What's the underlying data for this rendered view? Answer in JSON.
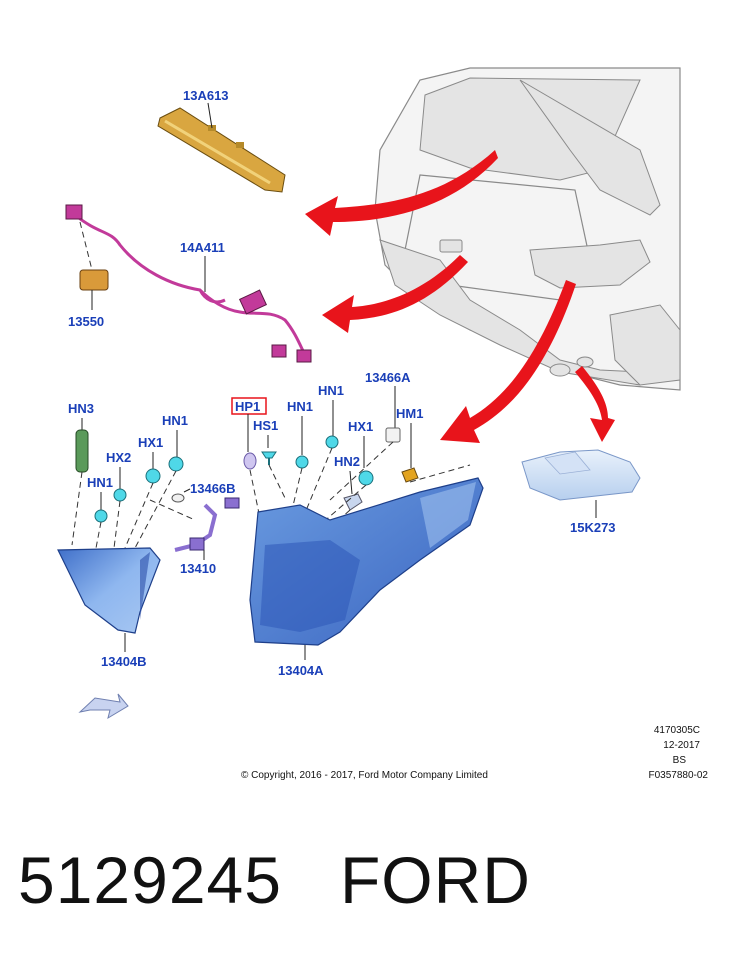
{
  "labels": {
    "l13A613": "13A613",
    "l14A411": "14A411",
    "l13550": "13550",
    "l13466A": "13466A",
    "lHN3": "HN3",
    "lHP1": "HP1",
    "lHS1": "HS1",
    "lHN1a": "HN1",
    "lHN1b": "HN1",
    "lHN1c": "HN1",
    "lHN1d": "HN1",
    "lHX1a": "HX1",
    "lHX1b": "HX1",
    "lHX2": "HX2",
    "lHN2": "HN2",
    "lHM1": "HM1",
    "l13466B": "13466B",
    "l13410": "13410",
    "l13404B": "13404B",
    "l13404A": "13404A",
    "l15K273": "15K273"
  },
  "reference": {
    "code": "4170305C",
    "date": "12-2017",
    "bs": "BS",
    "figure": "F0357880-02"
  },
  "copyright": "© Copyright, 2016 - 2017, Ford Motor Company Limited",
  "footer": {
    "part_number": "5129245",
    "brand": "FORD"
  },
  "colors": {
    "label": "#1a3fb8",
    "arrow": "#e8141b",
    "highlight_box": "#e8141b",
    "lamp_blue": "#6f9fe0",
    "clip_cyan": "#4fd8e8",
    "harness_magenta": "#c23a9a",
    "amber": "#d9a640"
  }
}
